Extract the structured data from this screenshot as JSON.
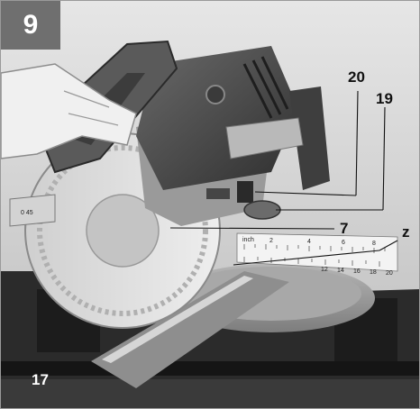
{
  "figure": {
    "number": "9"
  },
  "callouts": {
    "c20": "20",
    "c19": "19",
    "c7": "7",
    "cz": "z",
    "c17": "17"
  },
  "scale": {
    "unit_label": "inch",
    "top_ticks": [
      "2",
      "4",
      "6",
      "8"
    ],
    "bottom_ticks": [
      "12",
      "14",
      "16",
      "18",
      "20"
    ]
  },
  "colors": {
    "badge": "#6f6f6f",
    "frame_border": "#9a9a9a",
    "callout_text": "#111111"
  }
}
